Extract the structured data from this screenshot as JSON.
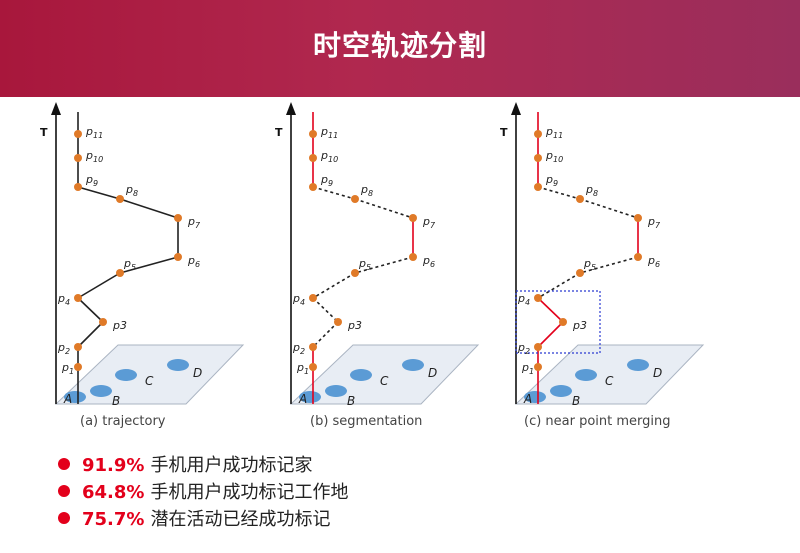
{
  "header": {
    "title": "时空轨迹分割"
  },
  "axis_label": "T",
  "points": [
    {
      "label": "p",
      "sub": "11"
    },
    {
      "label": "p",
      "sub": "10"
    },
    {
      "label": "p",
      "sub": "9"
    },
    {
      "label": "p",
      "sub": "8"
    },
    {
      "label": "p",
      "sub": "7"
    },
    {
      "label": "p",
      "sub": "6"
    },
    {
      "label": "p",
      "sub": "5"
    },
    {
      "label": "p",
      "sub": "4"
    },
    {
      "label": "p3",
      "sub": ""
    },
    {
      "label": "p",
      "sub": "2"
    },
    {
      "label": "p",
      "sub": "1"
    }
  ],
  "locations": [
    "A",
    "B",
    "C",
    "D"
  ],
  "panels": [
    {
      "caption": "(a) trajectory"
    },
    {
      "caption": "(b) segmentation"
    },
    {
      "caption": "(c) near point merging"
    }
  ],
  "colors": {
    "accent": "#e3001b",
    "point": "#e07a28",
    "location": "#5b9bd5",
    "merge_box": "#2b3bd1"
  },
  "bullets": [
    {
      "pct": "91.9%",
      "text": "手机用户成功标记家"
    },
    {
      "pct": "64.8%",
      "text": "手机用户成功标记工作地"
    },
    {
      "pct": "75.7%",
      "text": "潜在活动已经成功标记"
    }
  ]
}
